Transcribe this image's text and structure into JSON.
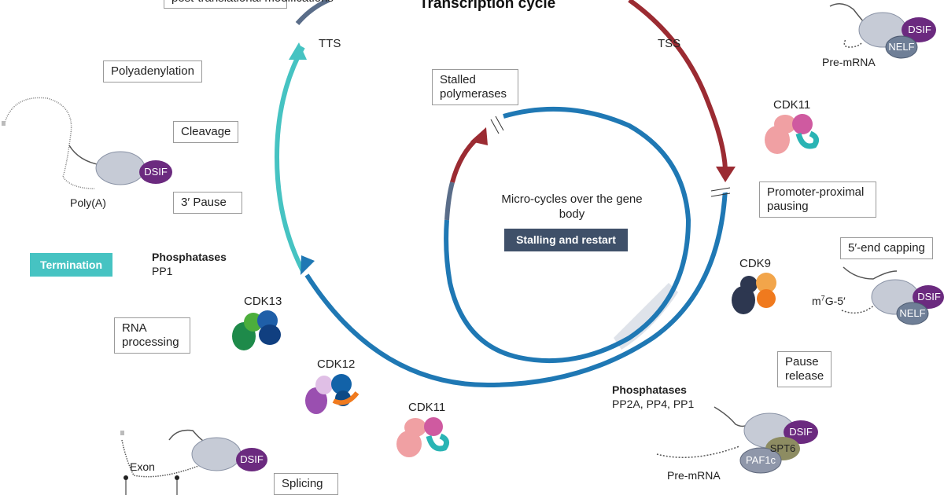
{
  "title": "Transcription cycle",
  "cycle": {
    "tts": "TTS",
    "tss": "TSS"
  },
  "micro": {
    "text": "Micro-cycles over the gene body",
    "badge": "Stalling and restart"
  },
  "boxes": {
    "ptm": "post-translational modifications",
    "polyadenylation": "Polyadenylation",
    "cleavage": "Cleavage",
    "pause3": "3′ Pause",
    "stalled": "Stalled polymerases",
    "promoter_pausing": "Promoter-proximal pausing",
    "capping": "5′-end capping",
    "pause_release": "Pause release",
    "rna_processing": "RNA processing",
    "splicing": "Splicing"
  },
  "labels": {
    "termination": "Termination",
    "phosph_left_title": "Phosphatases",
    "phosph_left_names": "PP1",
    "phosph_right_title": "Phosphatases",
    "phosph_right_names": "PP2A, PP4, PP1",
    "cdk13": "CDK13",
    "cdk12": "CDK12",
    "cdk11_bottom": "CDK11",
    "cdk11_top": "CDK11",
    "cdk9": "CDK9",
    "poly_a": "Poly(A)",
    "exon": "Exon",
    "pre_mrna_top": "Pre-mRNA",
    "pre_mrna_bottom": "Pre-mRNA",
    "cap_m": "m",
    "cap_sup": "7",
    "cap_rest": "G-5′"
  },
  "factors": {
    "dsif": "DSIF",
    "nelf": "NELF",
    "spt6": "SPT6",
    "paf1c": "PAF1c"
  },
  "colors": {
    "cycle_blue": "#1f78b4",
    "cycle_teal": "#46c3c2",
    "cycle_red": "#9b2b32",
    "cycle_slate": "#5a6d89",
    "dsif": "#6b2a7f",
    "nelf": "#6f7f97",
    "spt6": "#8d8c62",
    "paf1c": "#8f97aa",
    "polymerase": "#c6cbd6"
  }
}
